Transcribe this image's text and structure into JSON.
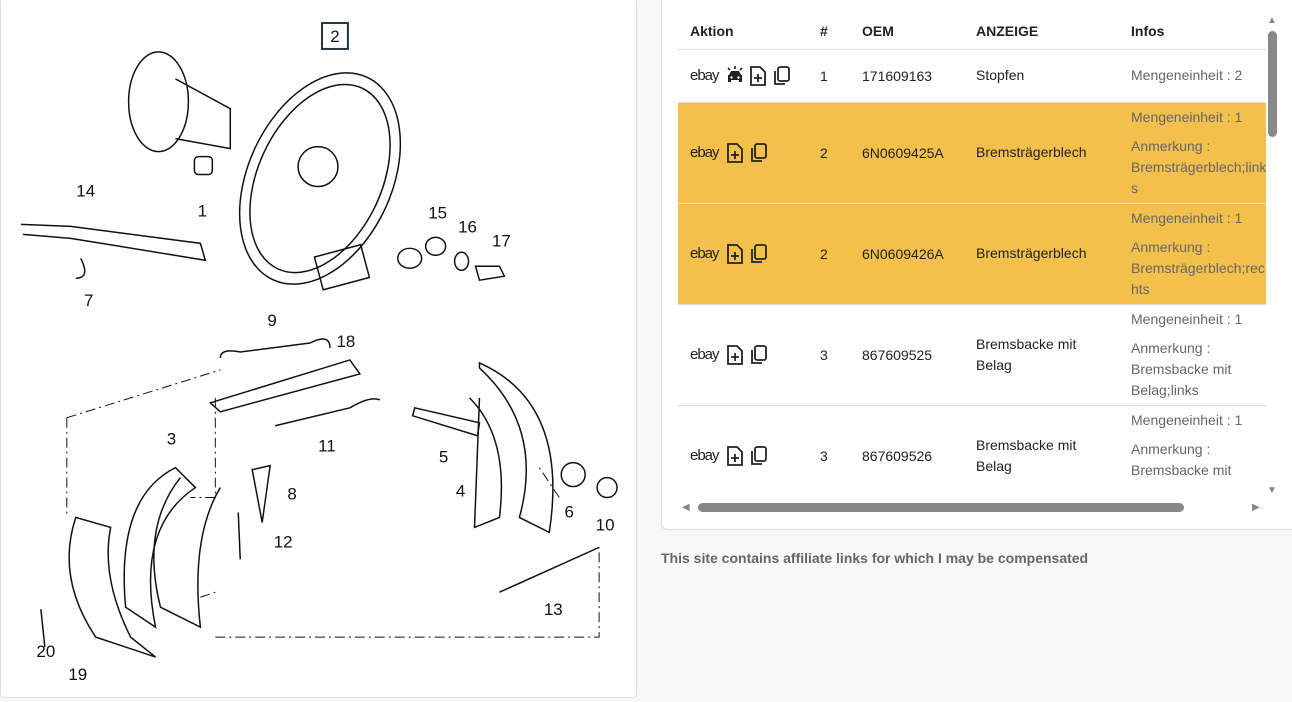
{
  "diagram": {
    "labels": [
      "2",
      "1",
      "14",
      "7",
      "15",
      "16",
      "17",
      "9",
      "18",
      "3",
      "11",
      "5",
      "4",
      "8",
      "12",
      "6",
      "10",
      "13",
      "20",
      "19"
    ]
  },
  "table": {
    "headers": {
      "action": "Aktion",
      "num": "#",
      "oem": "OEM",
      "anzeige": "ANZEIGE",
      "infos": "Infos"
    },
    "ebay_label": "ebay",
    "rows": [
      {
        "num": "1",
        "oem": "171609163",
        "anzeige": "Stopfen",
        "info1": "Mengeneinheit : 2",
        "info2": "",
        "highlight": false,
        "car": true
      },
      {
        "num": "2",
        "oem": "6N0609425A",
        "anzeige": "Bremsträgerblech",
        "info1": "Mengeneinheit : 1",
        "info2": "Anmerkung : Bremsträgerblech;links",
        "highlight": true
      },
      {
        "num": "2",
        "oem": "6N0609426A",
        "anzeige": "Bremsträgerblech",
        "info1": "Mengeneinheit : 1",
        "info2": "Anmerkung : Bremsträgerblech;rechts",
        "highlight": true
      },
      {
        "num": "3",
        "oem": "867609525",
        "anzeige": "Bremsbacke mit Belag",
        "info1": "Mengeneinheit : 1",
        "info2": "Anmerkung : Bremsbacke mit Belag;links",
        "highlight": false
      },
      {
        "num": "3",
        "oem": "867609526",
        "anzeige": "Bremsbacke mit Belag",
        "info1": "Mengeneinheit : 1",
        "info2": "Anmerkung : Bremsbacke mit Belag;rechts",
        "highlight": false
      }
    ]
  },
  "footer": "This site contains affiliate links for which I may be compensated",
  "colors": {
    "highlight": "#f3c14b"
  }
}
